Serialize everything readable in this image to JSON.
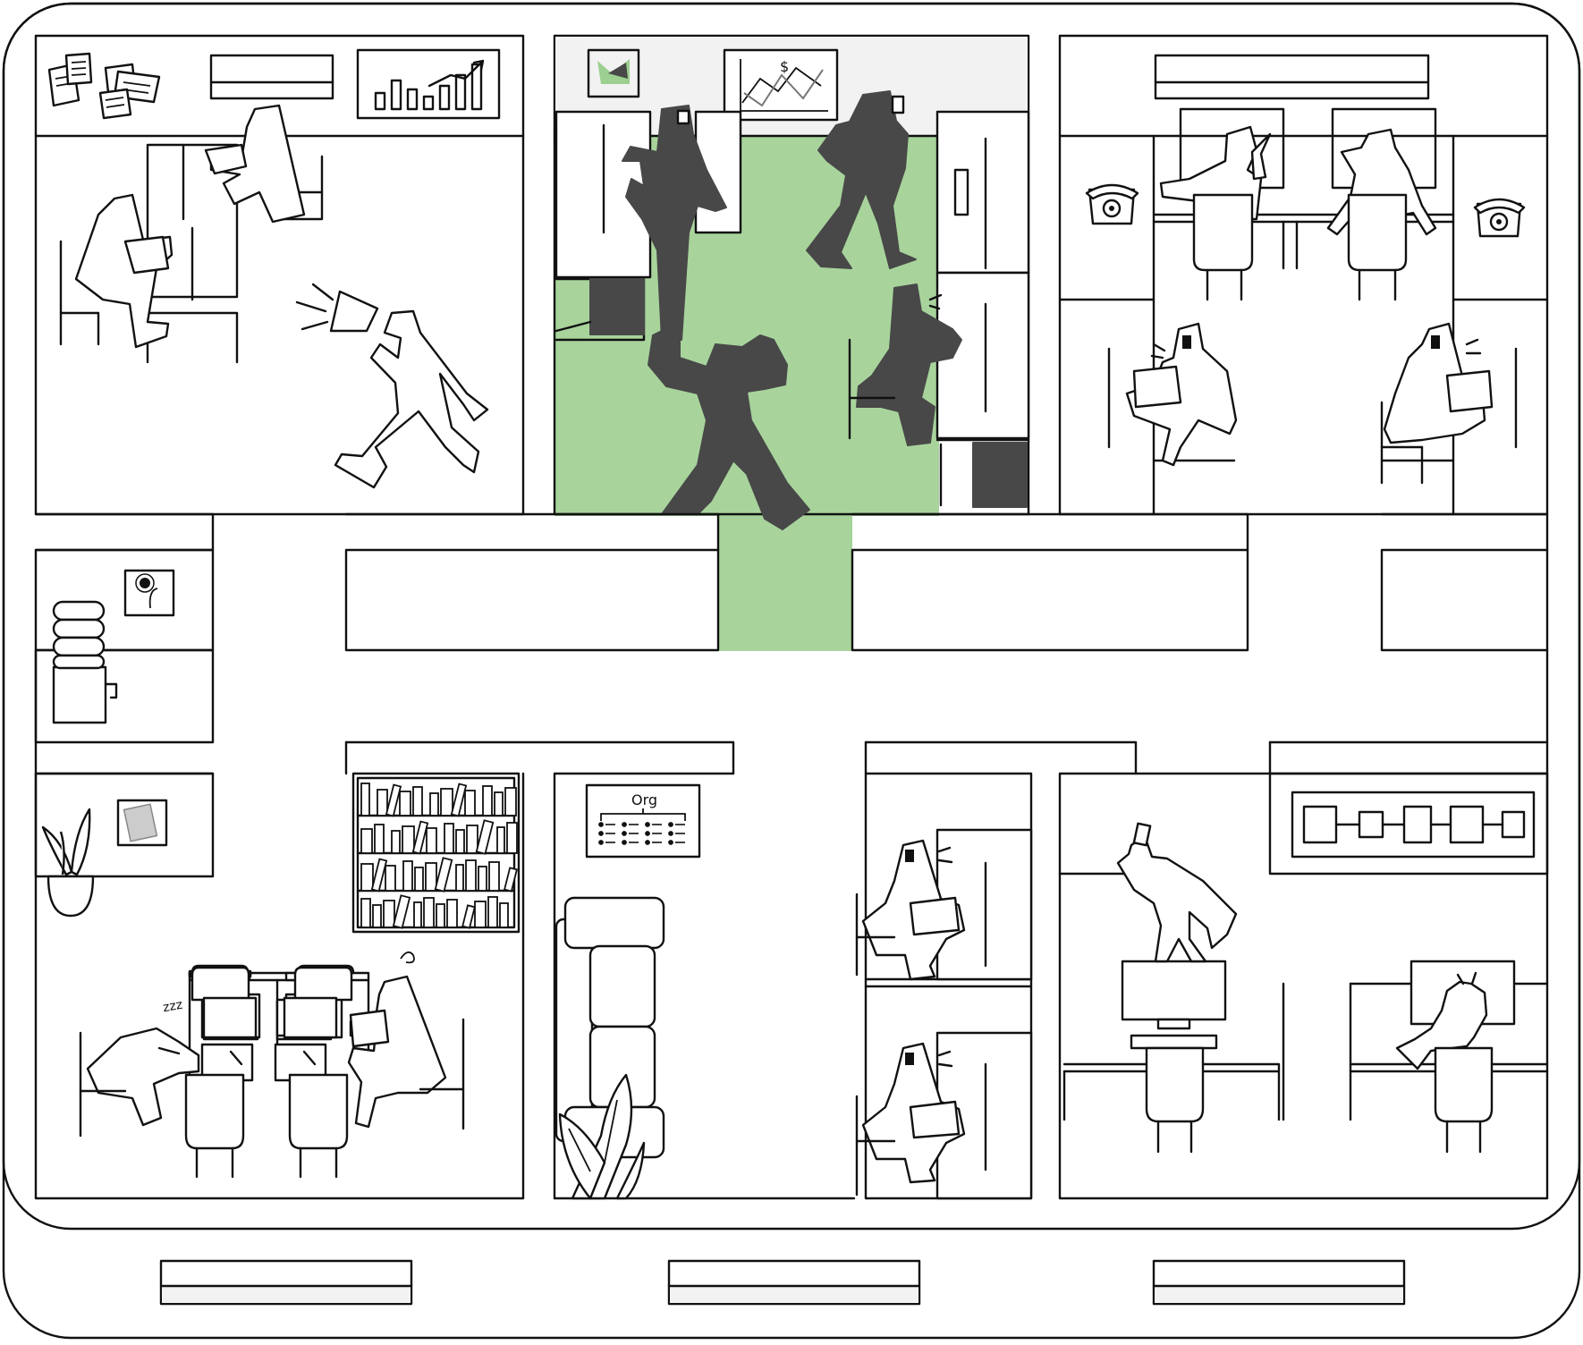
{
  "title": "",
  "colors": {
    "background": "#ffffff",
    "line": "#111111",
    "highlight": "#a8d49c",
    "figure_dark": "#484848",
    "shelf_gray": "#f2f2f2",
    "logo_green": "#9ccf90"
  },
  "rooms": [
    {
      "id": "room-top-left",
      "label": ""
    },
    {
      "id": "room-top-center",
      "label": "",
      "highlighted": true
    },
    {
      "id": "room-top-right",
      "label": ""
    },
    {
      "id": "room-bottom-left",
      "label": ""
    },
    {
      "id": "room-lounge",
      "label": ""
    },
    {
      "id": "room-bottom-center-right",
      "label": ""
    },
    {
      "id": "room-bottom-right",
      "label": ""
    }
  ],
  "labels": {
    "org_chart": "Org",
    "dollar_sign": "$",
    "sleep": "zzz"
  },
  "icons": [
    "sticky-notes-icon",
    "bar-chart-icon",
    "line-chart-icon",
    "logo-icon",
    "telephone-icon",
    "water-cooler-icon",
    "flower-picture-icon",
    "potted-plant-icon",
    "bookshelf-icon",
    "sofa-icon",
    "org-chart-icon",
    "process-flow-icon",
    "computer-monitor-icon"
  ]
}
